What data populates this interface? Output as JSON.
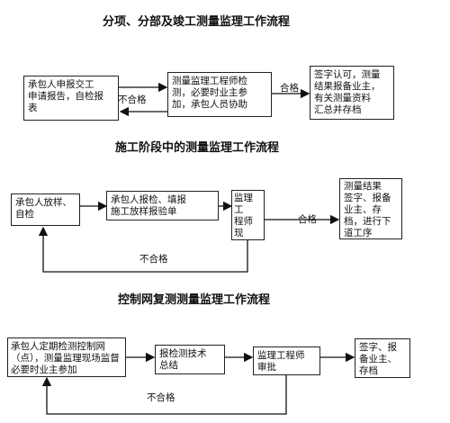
{
  "flow1": {
    "title": "分项、分部及竣工测量监理工作流程",
    "box_contractor": "承包人申报交工\n申请报告，自检报\n表",
    "box_engineer": "测量监理工程师检\n测，必要时业主参\n加，承包人员协助",
    "box_result": "签字认可，测量\n结果报备业主，\n有关测量资料\n汇总并存档",
    "label_fail": "不合格",
    "label_pass": "合格"
  },
  "flow2": {
    "title": "施工阶段中的测量监理工作流程",
    "box_layout": "承包人放样、\n自检",
    "box_report": "承包人报检、填报\n施工放样报验单",
    "box_engineer": "监理工\n程师现\n场检测",
    "box_result": "测量结果\n签字、报备\n业主、存\n档，进行下\n道工序",
    "label_pass": "合格",
    "label_fail": "不合格"
  },
  "flow3": {
    "title": "控制网复测测量监理工作流程",
    "box_contractor": "承包人定期检测控制网\n（点），测量监理现场监督\n必要时业主参加",
    "box_summary": "报检测技术\n总结",
    "box_engineer": "监理工程师\n审批",
    "box_result": "签字、报\n备业主、\n存档",
    "label_fail": "不合格"
  }
}
